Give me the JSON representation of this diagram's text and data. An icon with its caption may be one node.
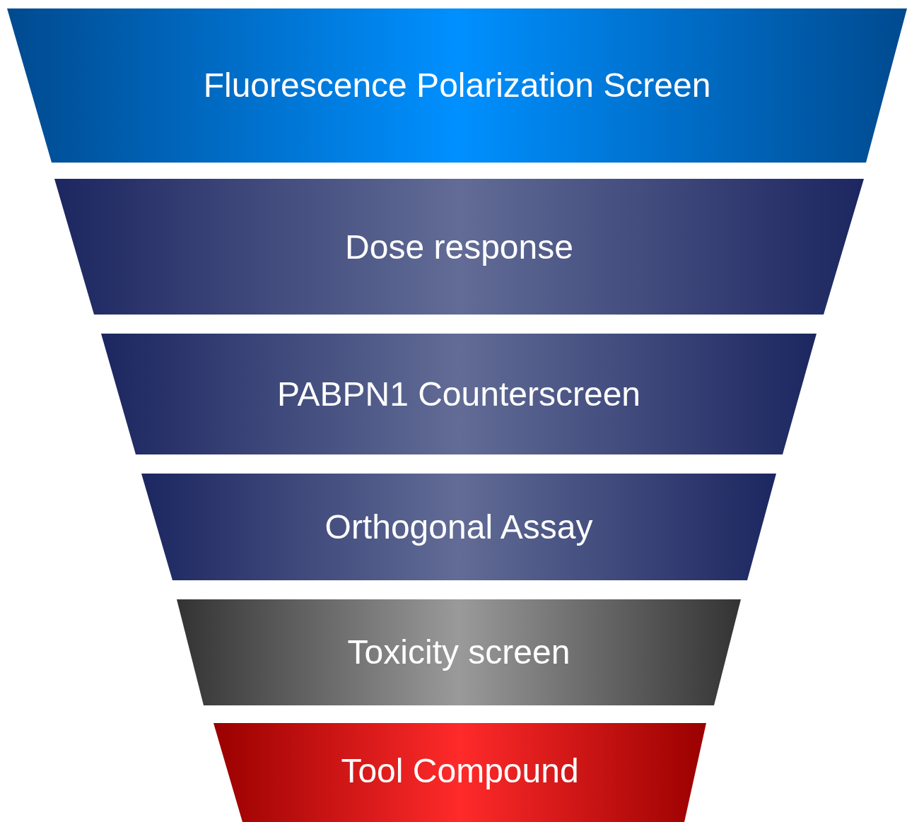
{
  "diagram": {
    "nodes": [
      {
        "text": [
          "Fluorescence Polarization Screen"
        ]
      },
      {
        "text": [
          "Dose response"
        ]
      },
      {
        "text": [
          "PABPN1 Counterscreen"
        ]
      },
      {
        "text": [
          "Orthogonal Assay"
        ]
      },
      {
        "text": [
          "Toxicity screen"
        ]
      },
      {
        "text": [
          "Tool Compound"
        ]
      }
    ]
  }
}
